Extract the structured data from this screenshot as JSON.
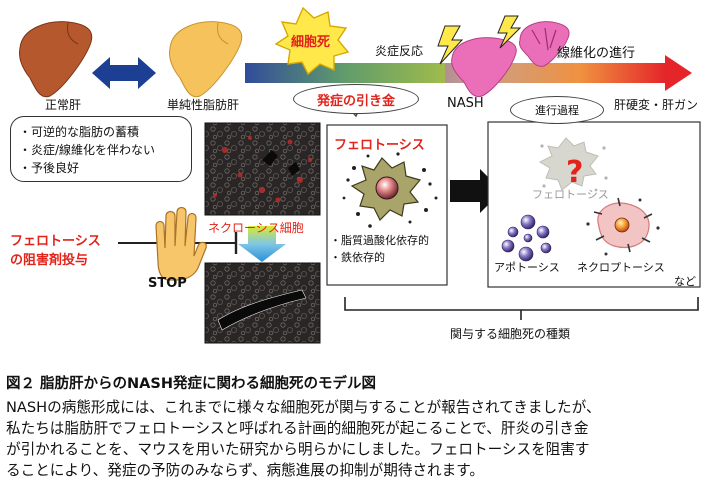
{
  "top_row": {
    "normal_liver_label": "正常肝",
    "fatty_liver_label": "単純性脂肪肝",
    "cell_death_badge": "細胞死",
    "inflammation_label": "炎症反応",
    "fibrosis_label": "線維化の進行",
    "nash_label": "NASH",
    "cirrhosis_label": "肝硬変・肝ガン"
  },
  "trigger_label": "発症の引き金",
  "progress_label": "進行過程",
  "fatty_features": [
    "・可逆的な脂肪の蓄積",
    "・炎症/線維化を伴わない",
    "・予後良好"
  ],
  "ferroptosis_box": {
    "title": "フェロトーシス",
    "features": [
      "・脂質過酸化依存的",
      "・鉄依存的"
    ]
  },
  "cell_death_types": {
    "ferroptosis": "フェロトーシス",
    "apoptosis": "アポトーシス",
    "necroptosis": "ネクロプトーシス",
    "etc": "など"
  },
  "inhibitor_label": [
    "フェロトーシス",
    "の阻害剤投与"
  ],
  "stop_label": "STOP",
  "necrosis_label": "ネクローシス細胞",
  "involved_label": "関与する細胞死の種類",
  "colors": {
    "accent_red": "#e2231a",
    "arrow_blue": "#1c3f94",
    "liver_brown": "#b5582d",
    "liver_yellow": "#f5c25c",
    "nash_pink": "#ea6fb8",
    "badge_yellow": "#ffe94a"
  },
  "caption": {
    "title": "図２ 脂肪肝からのNASH発症に関わる細胞死のモデル図",
    "lines": [
      "NASHの病態形成には、これまでに様々な細胞死が関与することが報告されてきましたが、",
      "私たちは脂肪肝でフェロトーシスと呼ばれる計画的細胞死が起こることで、肝炎の引き金",
      "が引かれることを、マウスを用いた研究から明らかにしました。フェロトーシスを阻害す",
      "ることにより、発症の予防のみならず、病態進展の抑制が期待されます。"
    ]
  }
}
